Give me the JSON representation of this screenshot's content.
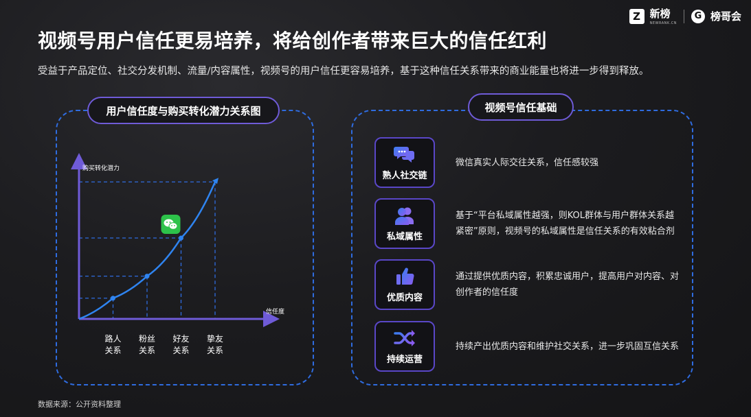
{
  "brand": {
    "name1": "新榜",
    "sub1": "NEWRANK.CN",
    "name2": "榜哥会"
  },
  "title": "视频号用户信任更易培养，将给创作者带来巨大的信任红利",
  "subtitle": "受益于产品定位、社交分发机制、流量/内容属性，视频号的用户信任更容易培养，基于这种信任关系带来的商业能量也将进一步得到释放。",
  "left_panel": {
    "heading": "用户信任度与购买转化潜力关系图"
  },
  "chart_data": {
    "type": "line",
    "ylabel": "购买转化潜力",
    "xlabel": "信任度",
    "categories": [
      [
        "路人",
        "关系"
      ],
      [
        "粉丝",
        "关系"
      ],
      [
        "好友",
        "关系"
      ],
      [
        "挚友",
        "关系"
      ]
    ],
    "x": [
      0,
      1,
      2,
      3,
      4
    ],
    "y": [
      0,
      0.5,
      1.03,
      1.95,
      3.3
    ],
    "point_indices": [
      1,
      2,
      3,
      4
    ],
    "xlim": [
      0,
      5
    ],
    "ylim": [
      0,
      3.8
    ],
    "grid": false,
    "color": "#2f84f0",
    "icon_note": "wechat-icon"
  },
  "right_panel": {
    "heading": "视频号信任基础",
    "items": [
      {
        "label": "熟人社交链",
        "icon": "chat-bubbles-icon",
        "desc": "微信真实人际交往关系，信任感较强"
      },
      {
        "label": "私域属性",
        "icon": "users-icon",
        "desc": "基于“平台私域属性越强，则KOL群体与用户群体关系越紧密”原则，视频号的私域属性是信任关系的有效粘合剂"
      },
      {
        "label": "优质内容",
        "icon": "thumbs-up-icon",
        "desc": "通过提供优质内容，积累忠诚用户，提高用户对内容、对创作者的信任度"
      },
      {
        "label": "持续运营",
        "icon": "shuffle-icon",
        "desc": "持续产出优质内容和维护社交关系，进一步巩固互信关系"
      }
    ]
  },
  "source": "数据来源：公开资料整理",
  "colors": {
    "accent_blue": "#2f6ce0",
    "accent_purple": "#6f5bd8",
    "icon_gradient_start": "#3c7cf0",
    "icon_gradient_end": "#8a5cf0",
    "wechat_green": "#2dc24a"
  }
}
